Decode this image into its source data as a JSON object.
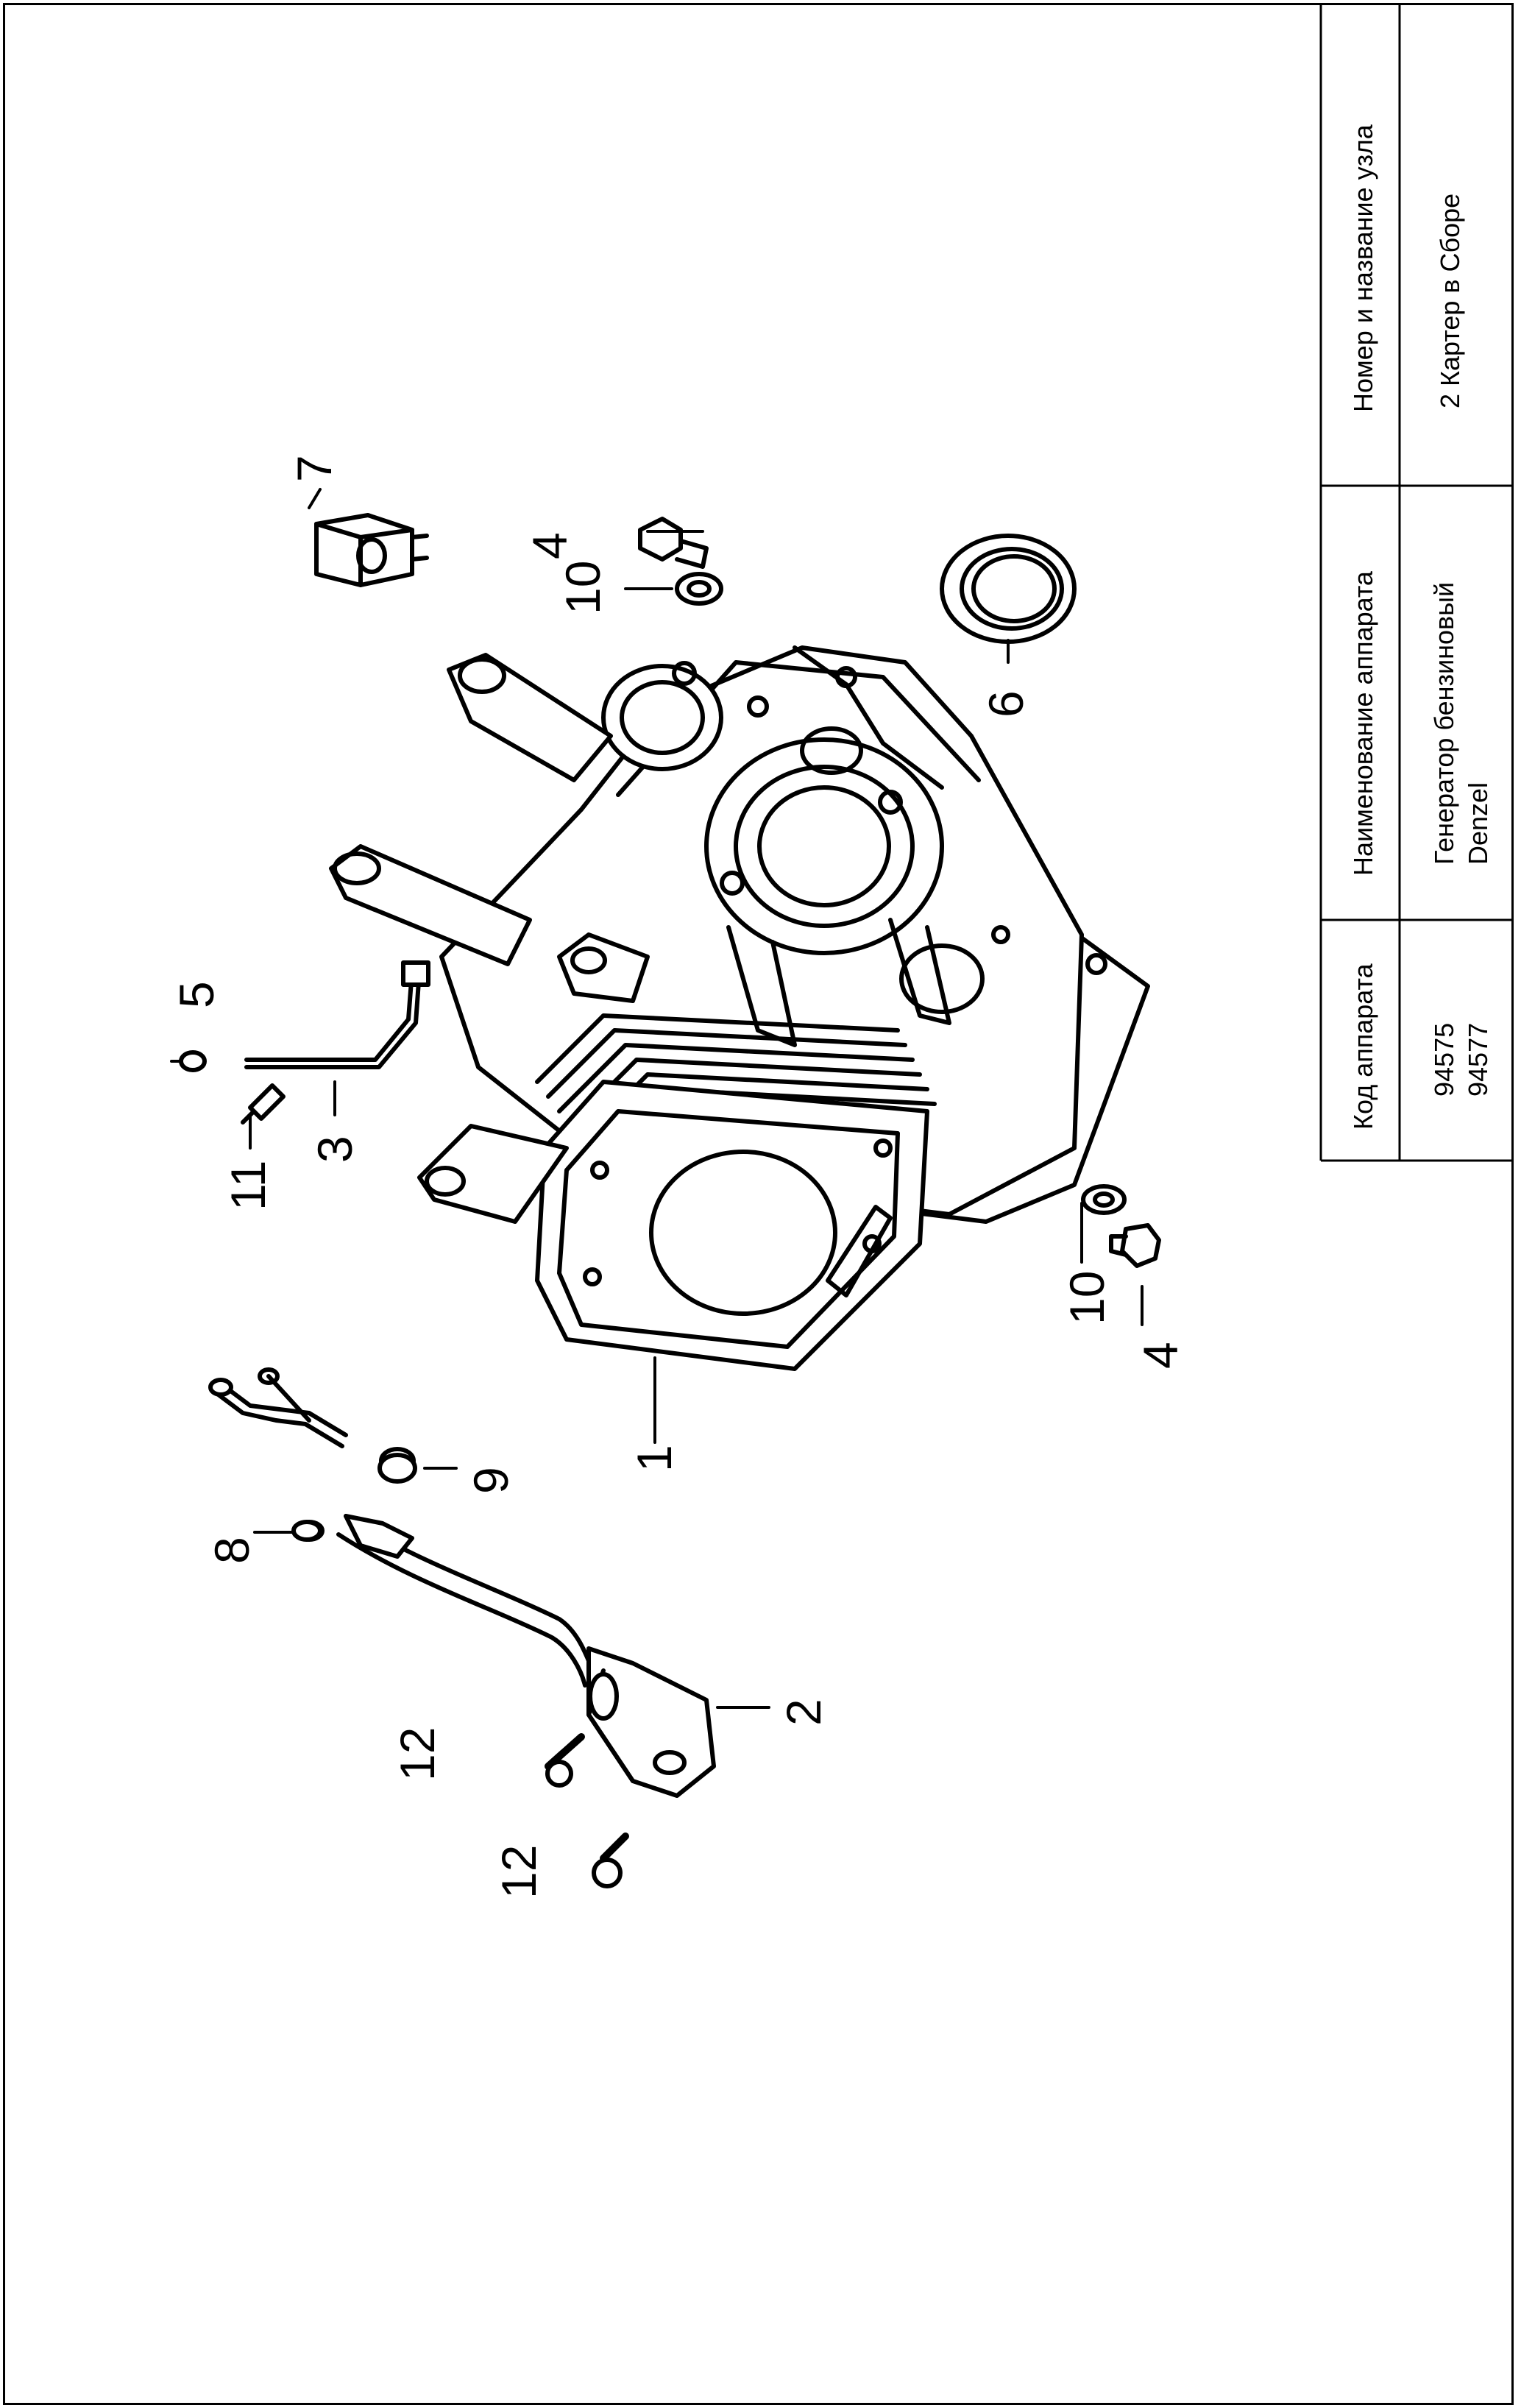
{
  "table": {
    "header_code": "Код аппарата",
    "header_name": "Наименование аппарата",
    "header_unit": "Номер и название узла",
    "code_1": "94575",
    "code_2": "94577",
    "name_1": "Генератор бензиновый",
    "name_2": "Denzel",
    "unit": "2 Картер в Сборе"
  },
  "callouts": {
    "c1": "1",
    "c2": "2",
    "c3": "3",
    "c4a": "4",
    "c4b": "4",
    "c5": "5",
    "c6": "6",
    "c7": "7",
    "c8": "8",
    "c9": "9",
    "c10a": "10",
    "c10b": "10",
    "c11": "11",
    "c12a": "12",
    "c12b": "12"
  }
}
